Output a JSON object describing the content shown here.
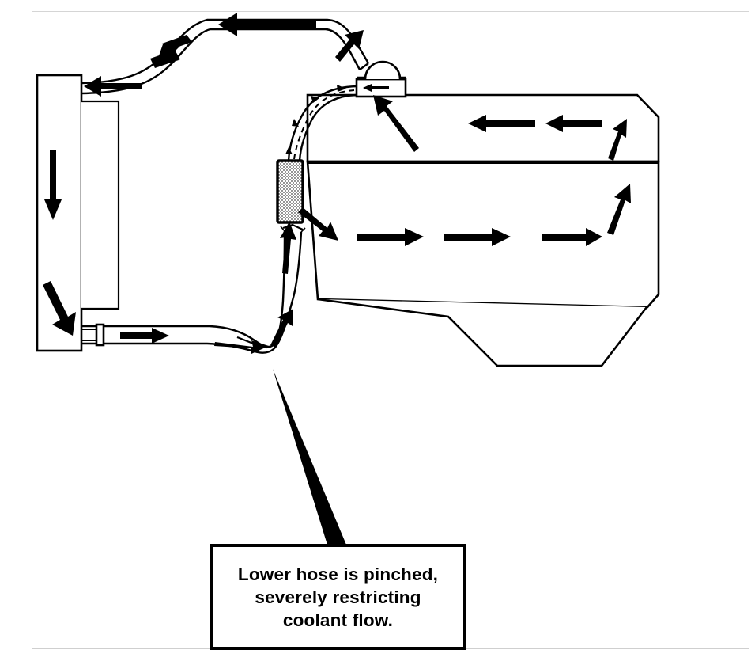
{
  "diagram": {
    "type": "engine-cooling-system-flow",
    "title": "Engine cooling system coolant flow with pinched lower radiator hose",
    "frame": {
      "border_color": "#cfcfcf",
      "background": "#ffffff"
    },
    "stroke_color": "#000000",
    "components": [
      {
        "name": "radiator",
        "label": "radiator",
        "flow_direction": "downward"
      },
      {
        "name": "fan-shroud",
        "label": "fan shroud"
      },
      {
        "name": "upper-radiator-hose",
        "label": "upper radiator hose",
        "flow_direction": "right-to-left"
      },
      {
        "name": "lower-radiator-hose",
        "label": "lower radiator hose",
        "flow_direction": "left-to-right",
        "condition": "pinched"
      },
      {
        "name": "engine-block",
        "label": "engine block"
      },
      {
        "name": "cylinder-head",
        "label": "cylinder head"
      },
      {
        "name": "oil-pan",
        "label": "oil pan"
      },
      {
        "name": "water-pump",
        "label": "water pump",
        "fill": "stipple"
      },
      {
        "name": "thermostat-housing",
        "label": "thermostat housing"
      },
      {
        "name": "thermostat",
        "label": "thermostat"
      },
      {
        "name": "bypass-hose",
        "label": "bypass hose",
        "flow_style": "dashed"
      },
      {
        "name": "hose-clamp",
        "label": "hose clamp"
      }
    ],
    "flow_arrows": {
      "upper_hose": [
        "right-to-left",
        "down-left",
        "left"
      ],
      "radiator": [
        "down",
        "down-left"
      ],
      "lower_hose": [
        "right",
        "right",
        "up",
        "up-right"
      ],
      "engine_lower": [
        "right",
        "right",
        "right",
        "up"
      ],
      "engine_upper": [
        "left",
        "left",
        "up-right"
      ],
      "water_pump_outlet": [
        "down-right"
      ],
      "thermostat_inlet": [
        "up-left"
      ],
      "thermostat_housing": [
        "left"
      ],
      "upper_hose_outlet": [
        "up-right"
      ]
    }
  },
  "callout": {
    "name": "pinched-hose-callout",
    "lines": [
      "Lower hose is pinched,",
      "severely restricting",
      "coolant  flow."
    ],
    "line1": "Lower hose is pinched,",
    "line2": "severely restricting",
    "line3": "coolant  flow.",
    "border_color": "#000000",
    "text_color": "#000000",
    "pointer": "tapered-wedge-to-pinch-point"
  }
}
